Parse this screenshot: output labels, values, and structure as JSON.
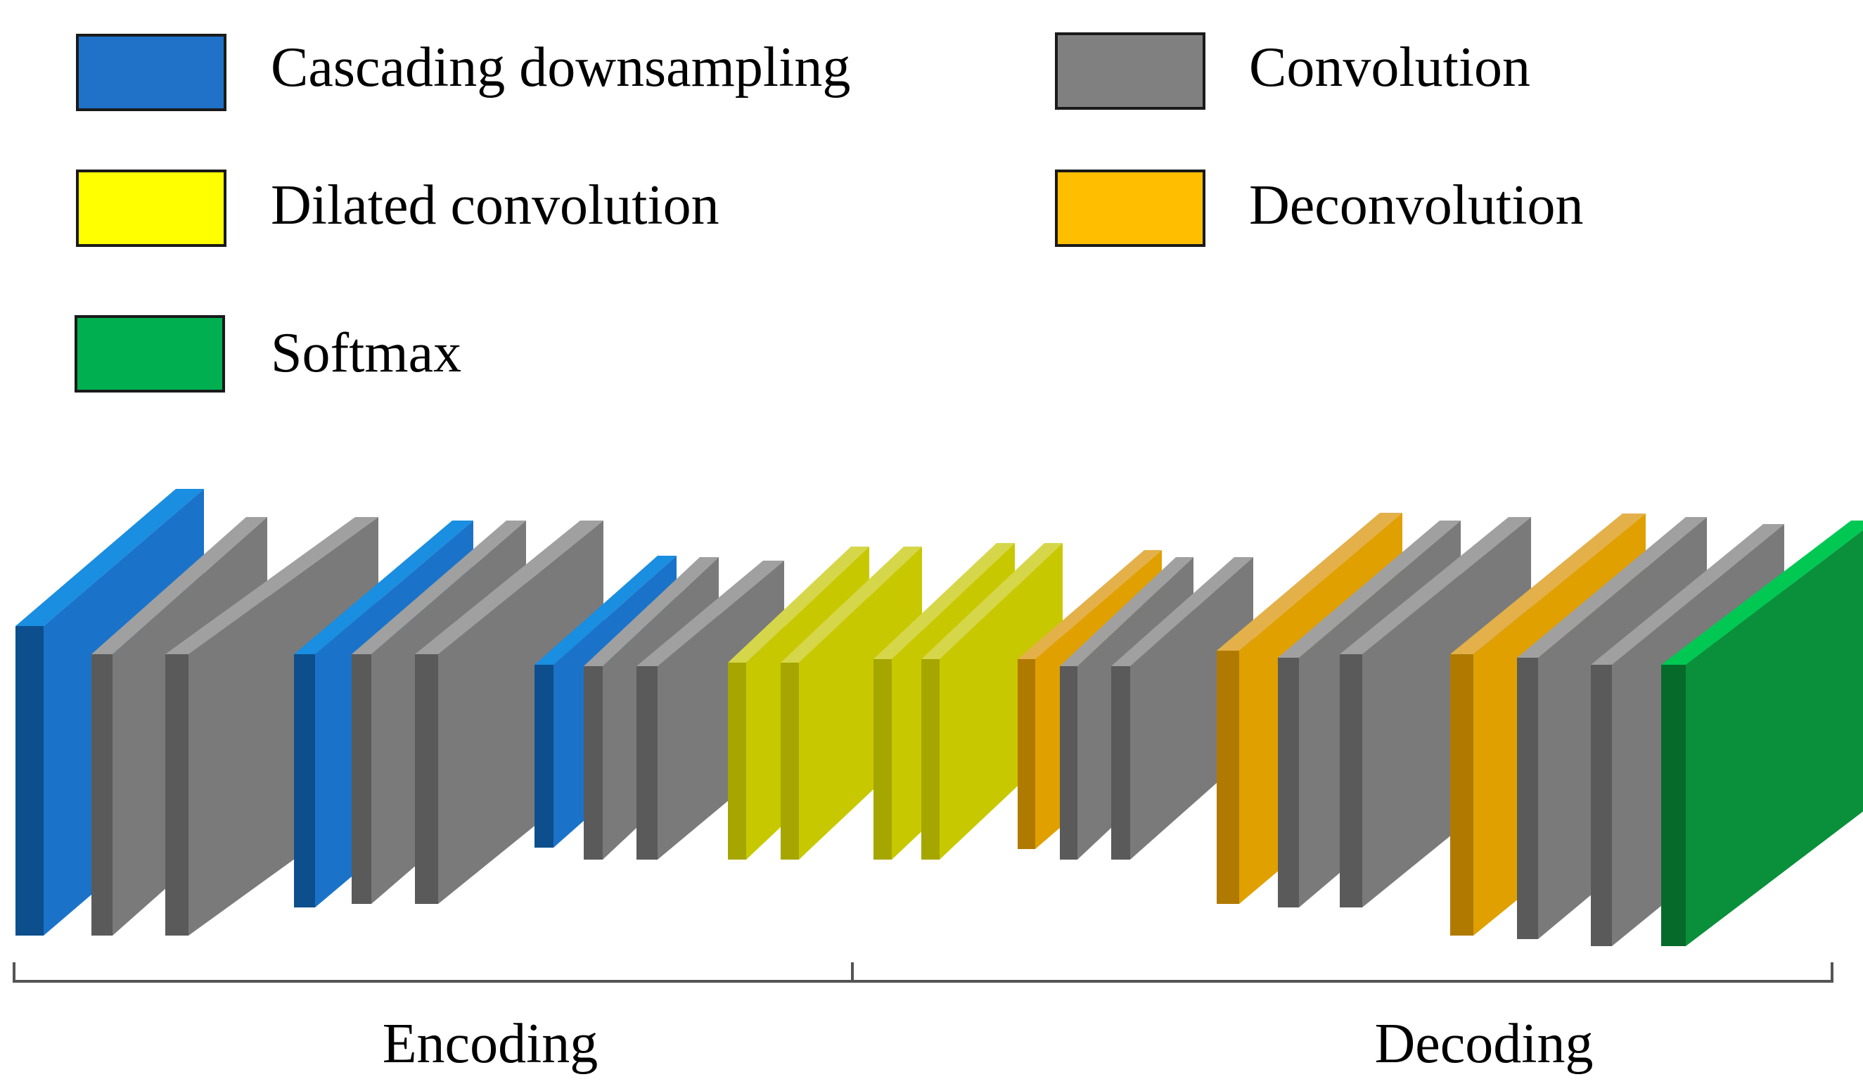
{
  "legend": {
    "items": [
      {
        "key": "cascading",
        "label": "Cascading downsampling",
        "color": "#1f72c8"
      },
      {
        "key": "convolution",
        "label": "Convolution",
        "color": "#808080"
      },
      {
        "key": "dilated",
        "label": "Dilated convolution",
        "color": "#ffff00"
      },
      {
        "key": "deconvolution",
        "label": "Deconvolution",
        "color": "#ffbf00"
      },
      {
        "key": "softmax",
        "label": "Softmax",
        "color": "#00b050"
      }
    ]
  },
  "layer_types": {
    "cascading": {
      "front": "#1a73c9",
      "top": "#1a8ee0",
      "side": "#0d4f8c"
    },
    "convolution": {
      "front": "#7a7a7a",
      "top": "#a0a0a0",
      "side": "#5a5a5a"
    },
    "dilated": {
      "front": "#c8c800",
      "top": "#d6d64a",
      "side": "#a6a600"
    },
    "deconvolution": {
      "front": "#e0a000",
      "top": "#e3b04a",
      "side": "#b07a00"
    },
    "softmax": {
      "front": "#0a8f3a",
      "top": "#00c853",
      "side": "#066a2a"
    }
  },
  "layers": [
    {
      "type": "cascading",
      "size": "large"
    },
    {
      "type": "convolution",
      "size": "large"
    },
    {
      "type": "convolution",
      "size": "large"
    },
    {
      "type": "cascading",
      "size": "medium"
    },
    {
      "type": "convolution",
      "size": "medium"
    },
    {
      "type": "convolution",
      "size": "medium"
    },
    {
      "type": "cascading",
      "size": "small"
    },
    {
      "type": "convolution",
      "size": "small"
    },
    {
      "type": "convolution",
      "size": "small"
    },
    {
      "type": "dilated",
      "size": "small"
    },
    {
      "type": "dilated",
      "size": "small"
    },
    {
      "type": "dilated",
      "size": "small"
    },
    {
      "type": "dilated",
      "size": "small"
    },
    {
      "type": "deconvolution",
      "size": "small"
    },
    {
      "type": "convolution",
      "size": "small"
    },
    {
      "type": "convolution",
      "size": "small"
    },
    {
      "type": "deconvolution",
      "size": "medium"
    },
    {
      "type": "convolution",
      "size": "medium"
    },
    {
      "type": "convolution",
      "size": "medium"
    },
    {
      "type": "deconvolution",
      "size": "large"
    },
    {
      "type": "convolution",
      "size": "large"
    },
    {
      "type": "convolution",
      "size": "large"
    },
    {
      "type": "softmax",
      "size": "large"
    }
  ],
  "stages": [
    {
      "label": "Encoding"
    },
    {
      "label": "Decoding"
    }
  ]
}
